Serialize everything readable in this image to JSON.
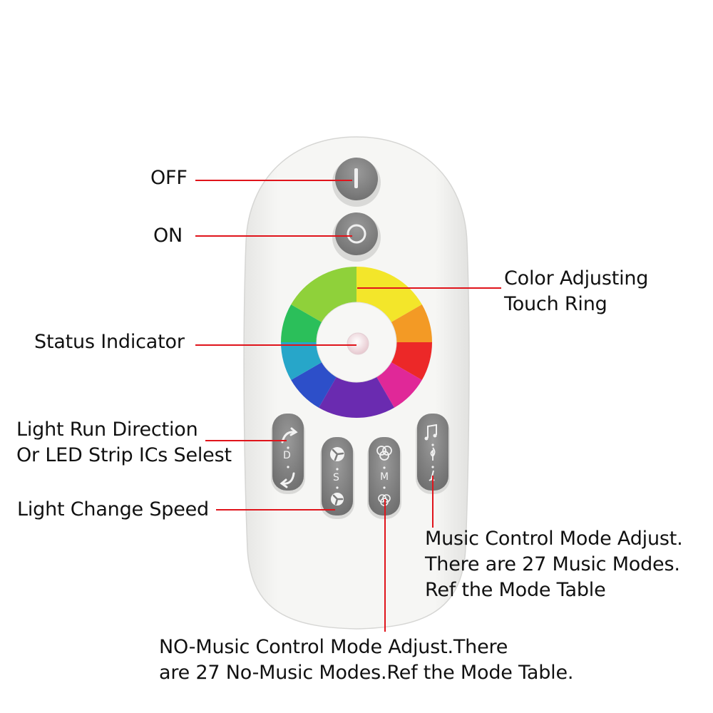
{
  "labels": {
    "off": "OFF",
    "on": "ON",
    "touch_ring": [
      "Color Adjusting",
      "Touch Ring"
    ],
    "status": "Status Indicator",
    "direction": [
      "Light Run Direction",
      "Or LED Strip ICs Selest"
    ],
    "speed": "Light Change Speed",
    "music": [
      "Music Control Mode Adjust.",
      "There are 27 Music Modes.",
      "Ref the Mode Table"
    ],
    "no_music": [
      "NO-Music Control Mode Adjust.There",
      "are 27 No-Music Modes.Ref the Mode Table."
    ]
  },
  "button_letters": {
    "d": "D",
    "s": "S",
    "m": "M"
  },
  "colors": {
    "leader_line": "#e0141b",
    "button_gray": "#8a8a8a",
    "remote_body": "#f3f3f1",
    "indicator": "#f2dfe3"
  },
  "icons": {
    "off_button": "power-off-bar-icon",
    "on_button": "power-on-circle-icon",
    "direction_up": "curved-arrow-up-icon",
    "direction_down": "curved-arrow-down-icon",
    "speed_fast": "fast-speed-icon",
    "speed_slow": "slow-speed-icon",
    "mode_circles": "triple-circle-icon",
    "music_note": "music-note-icon",
    "treble_clef": "treble-clef-icon"
  }
}
